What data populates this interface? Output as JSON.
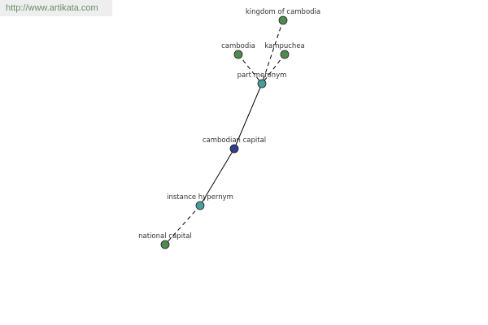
{
  "watermark": "http://www.artikata.com",
  "colors": {
    "term": "#4f8a4f",
    "relation": "#4a9c9c",
    "focus": "#2e3e8c",
    "edge": "#000000"
  },
  "nodes": [
    {
      "id": "kingdom",
      "label": "kingdom of cambodia",
      "kind": "term"
    },
    {
      "id": "cambodia",
      "label": "cambodia",
      "kind": "term"
    },
    {
      "id": "kampuchea",
      "label": "kampuchea",
      "kind": "term"
    },
    {
      "id": "part-meronym",
      "label": "part meronym",
      "kind": "relation"
    },
    {
      "id": "cambodian-capital",
      "label": "cambodian capital",
      "kind": "focus"
    },
    {
      "id": "instance-hypernym",
      "label": "instance hypernym",
      "kind": "relation"
    },
    {
      "id": "national-capital",
      "label": "national capital",
      "kind": "term"
    }
  ],
  "edges": [
    {
      "from": "kingdom",
      "to": "part-meronym",
      "style": "dashed"
    },
    {
      "from": "cambodia",
      "to": "part-meronym",
      "style": "dashed"
    },
    {
      "from": "kampuchea",
      "to": "part-meronym",
      "style": "dashed"
    },
    {
      "from": "part-meronym",
      "to": "cambodian-capital",
      "style": "solid"
    },
    {
      "from": "cambodian-capital",
      "to": "instance-hypernym",
      "style": "solid"
    },
    {
      "from": "instance-hypernym",
      "to": "national-capital",
      "style": "dashed"
    }
  ]
}
